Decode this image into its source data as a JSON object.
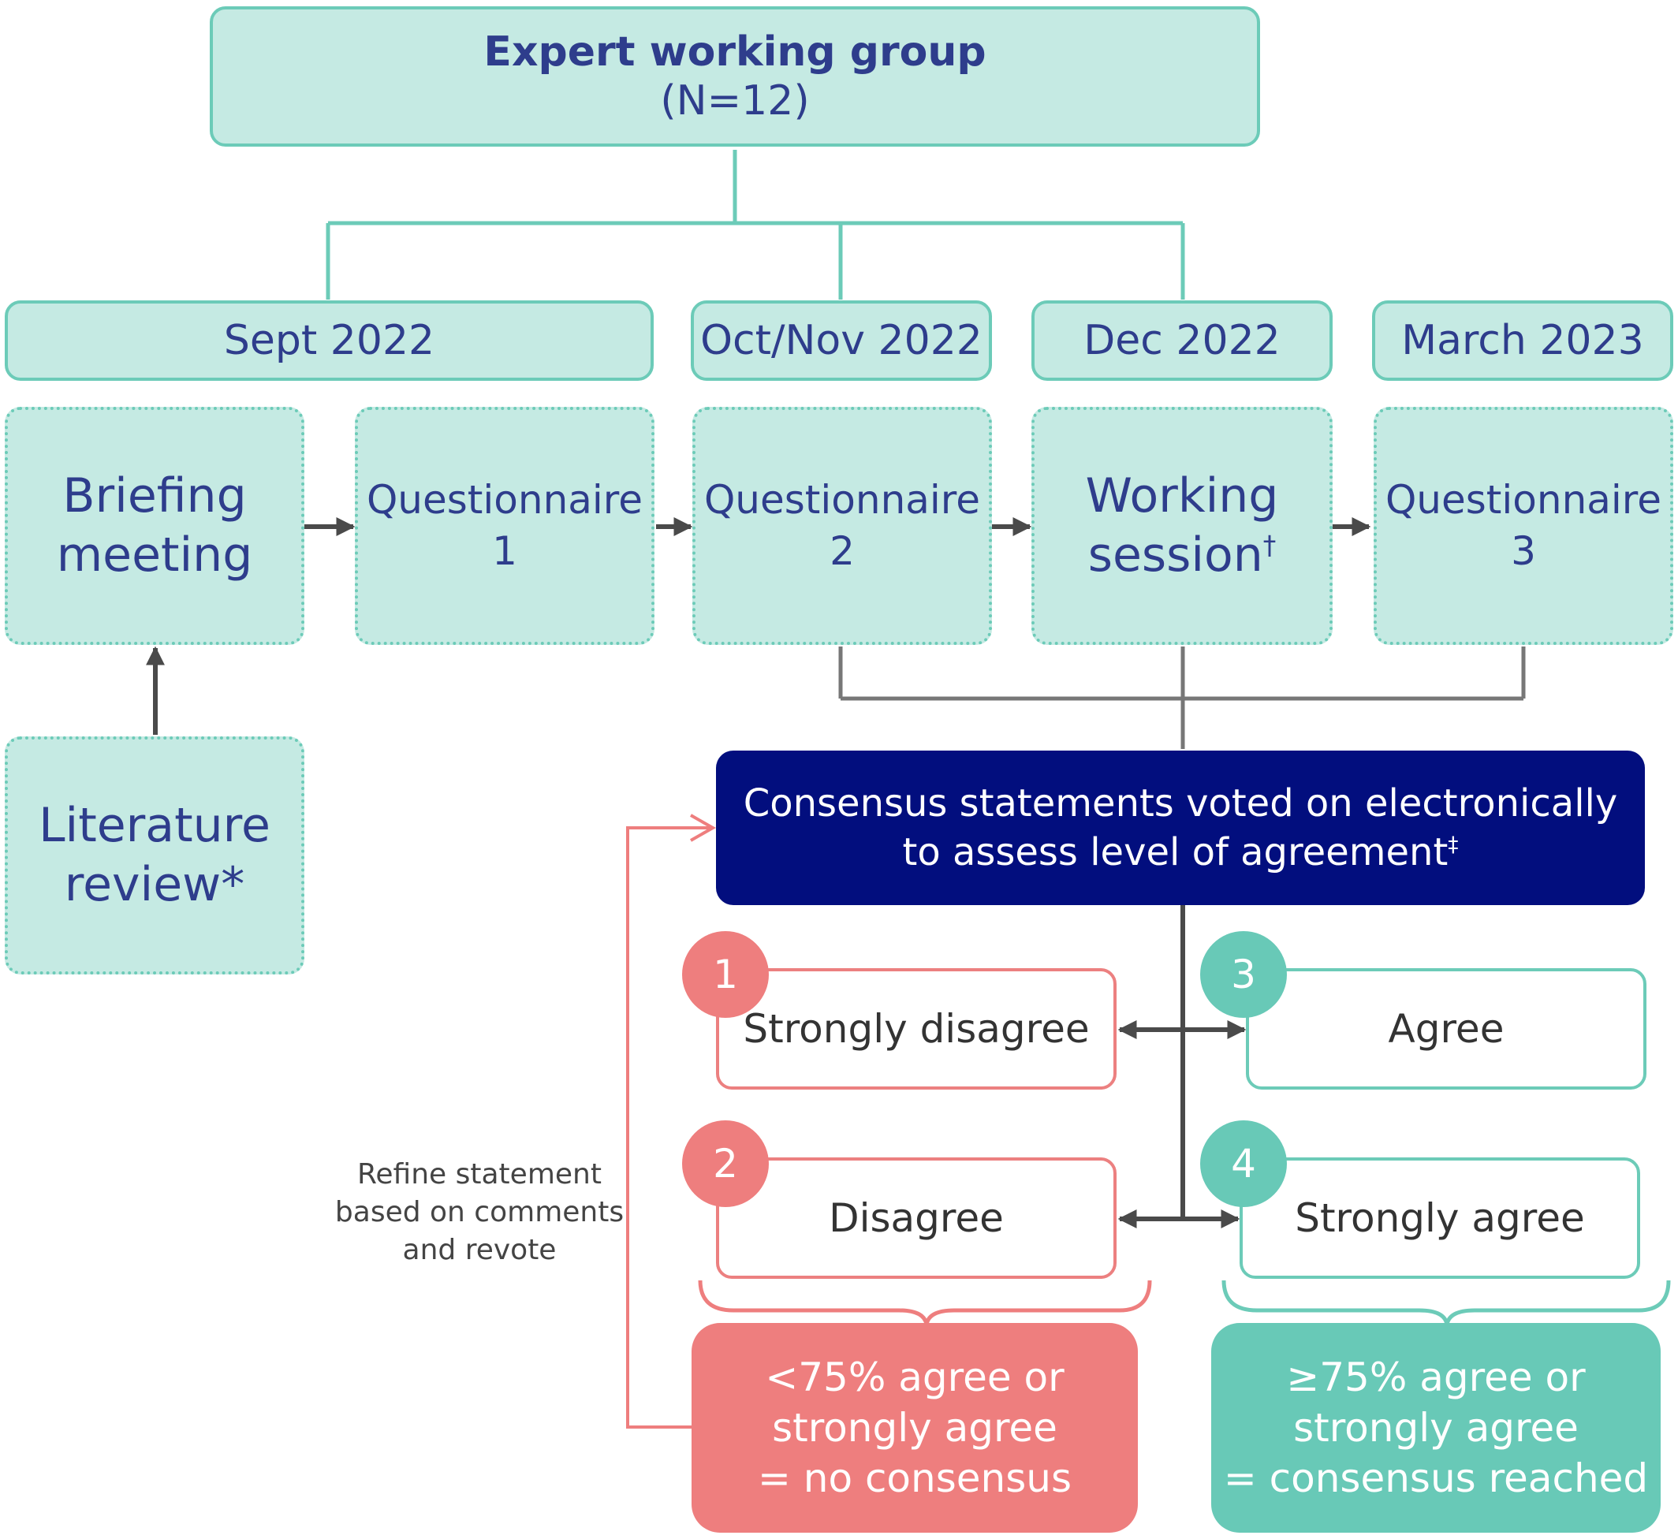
{
  "top": {
    "title": "Expert working group",
    "subtitle": "(N=12)"
  },
  "periods": [
    "Sept 2022",
    "Oct/Nov 2022",
    "Dec 2022",
    "March 2023"
  ],
  "steps": {
    "briefing": [
      "Briefing",
      "meeting"
    ],
    "q1": [
      "Questionnaire",
      "1"
    ],
    "q2": [
      "Questionnaire",
      "2"
    ],
    "working": [
      "Working",
      "session",
      "†"
    ],
    "q3": [
      "Questionnaire",
      "3"
    ],
    "literature": [
      "Literature",
      "review*"
    ]
  },
  "consensus": {
    "line1": "Consensus statements voted on electronically",
    "line2": "to assess level of agreement",
    "mark": "‡"
  },
  "options": [
    {
      "num": "1",
      "label": "Strongly disagree"
    },
    {
      "num": "2",
      "label": "Disagree"
    },
    {
      "num": "3",
      "label": "Agree"
    },
    {
      "num": "4",
      "label": "Strongly agree"
    }
  ],
  "results": {
    "no": [
      "<75% agree or",
      "strongly agree",
      "= no consensus"
    ],
    "yes": [
      "≥75% agree or",
      "strongly agree",
      "= consensus reached"
    ]
  },
  "refine_note": [
    "Refine statement",
    "based on comments",
    "and revote"
  ],
  "colors": {
    "teal_fill": "#c5eae3",
    "teal_border": "#6ccbb8",
    "navy_text": "#2e3d8c",
    "consensus_fill": "#020e7e",
    "red": "#ee7e7e",
    "green": "#68c9b7",
    "connector": "#555555"
  }
}
